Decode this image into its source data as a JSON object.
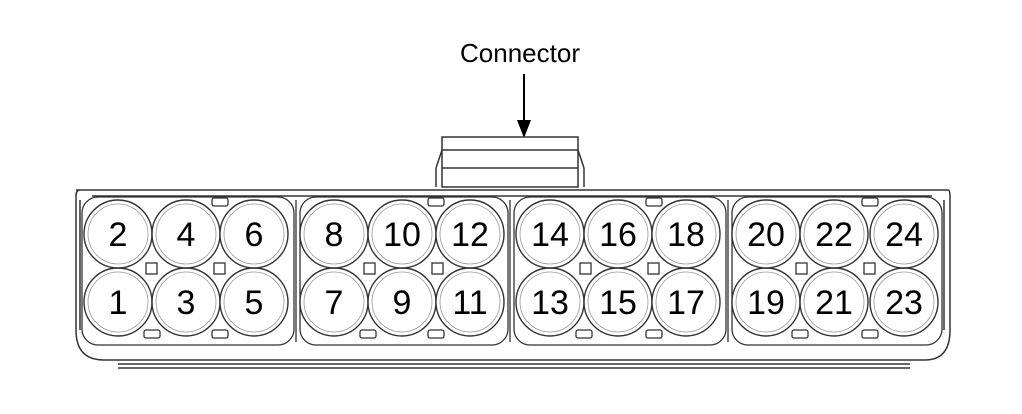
{
  "title": "Connector",
  "cells": [
    {
      "number": "1"
    },
    {
      "number": "2"
    },
    {
      "number": "3"
    },
    {
      "number": "4"
    },
    {
      "number": "5"
    },
    {
      "number": "6"
    },
    {
      "number": "7"
    },
    {
      "number": "8"
    },
    {
      "number": "9"
    },
    {
      "number": "10"
    },
    {
      "number": "11"
    },
    {
      "number": "12"
    },
    {
      "number": "13"
    },
    {
      "number": "14"
    },
    {
      "number": "15"
    },
    {
      "number": "16"
    },
    {
      "number": "17"
    },
    {
      "number": "18"
    },
    {
      "number": "19"
    },
    {
      "number": "20"
    },
    {
      "number": "21"
    },
    {
      "number": "22"
    },
    {
      "number": "23"
    },
    {
      "number": "24"
    }
  ],
  "colors": {
    "line": "#333333",
    "background": "#ffffff",
    "text": "#000000"
  }
}
